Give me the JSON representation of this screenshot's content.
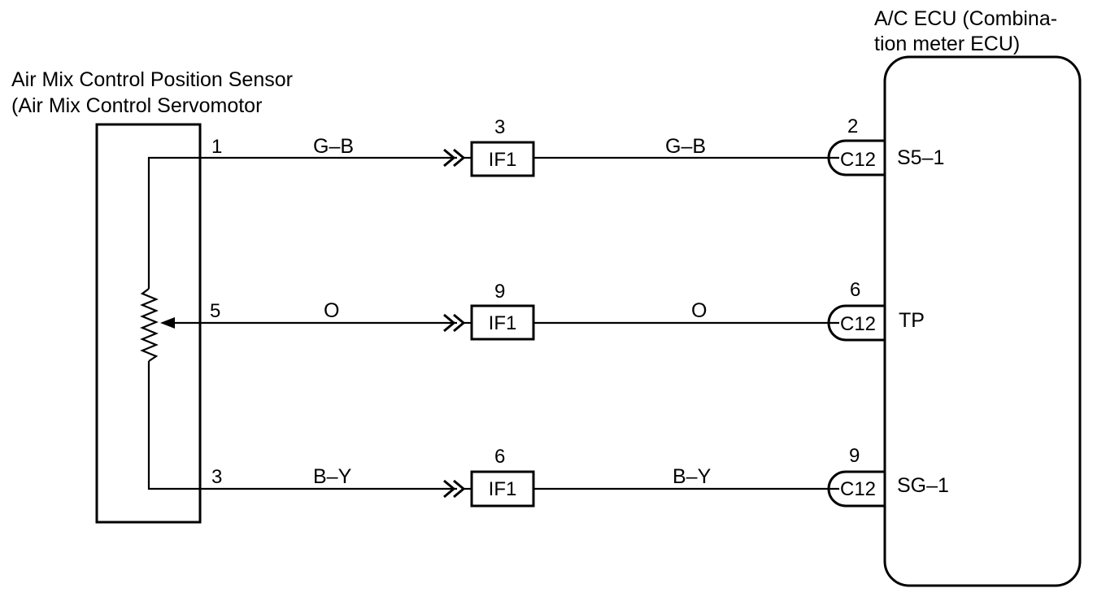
{
  "sensor": {
    "title_line1": "Air Mix Control Position Sensor",
    "title_line2": "(Air Mix Control Servomotor"
  },
  "ecu": {
    "title_line1": "A/C ECU (Combina-",
    "title_line2": "tion meter ECU)"
  },
  "circuits": [
    {
      "sensor_pin": "1",
      "wire_color_left": "G–B",
      "junction_pin": "3",
      "junction_label": "IF1",
      "wire_color_right": "G–B",
      "connector_pin": "2",
      "connector_label": "C12",
      "ecu_terminal": "S5–1"
    },
    {
      "sensor_pin": "5",
      "wire_color_left": "O",
      "junction_pin": "9",
      "junction_label": "IF1",
      "wire_color_right": "O",
      "connector_pin": "6",
      "connector_label": "C12",
      "ecu_terminal": "TP"
    },
    {
      "sensor_pin": "3",
      "wire_color_left": "B–Y",
      "junction_pin": "6",
      "junction_label": "IF1",
      "wire_color_right": "B–Y",
      "connector_pin": "9",
      "connector_label": "C12",
      "ecu_terminal": "SG–1"
    }
  ]
}
